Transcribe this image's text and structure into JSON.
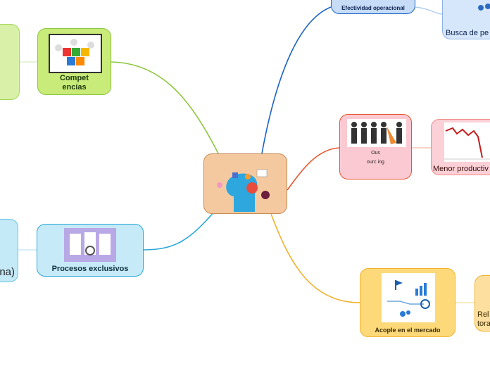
{
  "nodes": {
    "competencias": {
      "label": "Compet encias"
    },
    "procesos": {
      "label": "Procesos exclusivos"
    },
    "efectividad": {
      "label": "Efectividad operacional"
    },
    "busca": {
      "label": "Busca de pe"
    },
    "outsourcing": {
      "label": "Ous ourc ing"
    },
    "menor": {
      "label": "Menor productiv"
    },
    "acople": {
      "label": "Acople en el mercado"
    },
    "relaciones": {
      "label": "Rel tora"
    },
    "left_partial": {
      "label": "na)"
    }
  },
  "colors": {
    "green": "#8cc63f",
    "blue_light": "#29a8d6",
    "blue_dark": "#1c64c4",
    "red": "#e8542c",
    "orange": "#f2b12c",
    "center": "#f5c9a0"
  }
}
